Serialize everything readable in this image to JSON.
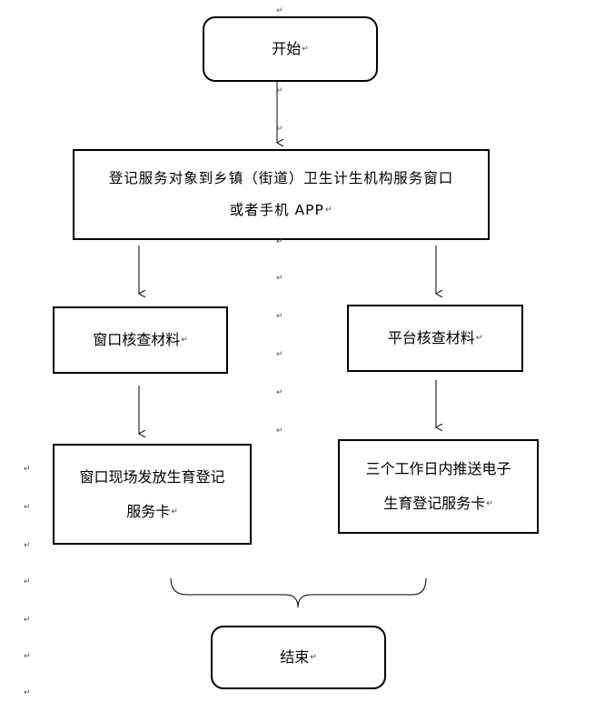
{
  "flowchart": {
    "start": "开始",
    "submit": {
      "line1": "登记服务对象到乡镇（街道）卫生计生机构服务窗口",
      "line2": "或者手机 APP"
    },
    "left_branch": {
      "check": "窗口核查材料",
      "issue_line1": "窗口现场发放生育登记",
      "issue_line2": "服务卡"
    },
    "right_branch": {
      "check": "平台核查材料",
      "issue_line1": "三个工作日内推送电子",
      "issue_line2": "生育登记服务卡"
    },
    "end": "结束"
  },
  "paragraph_mark": "↵"
}
